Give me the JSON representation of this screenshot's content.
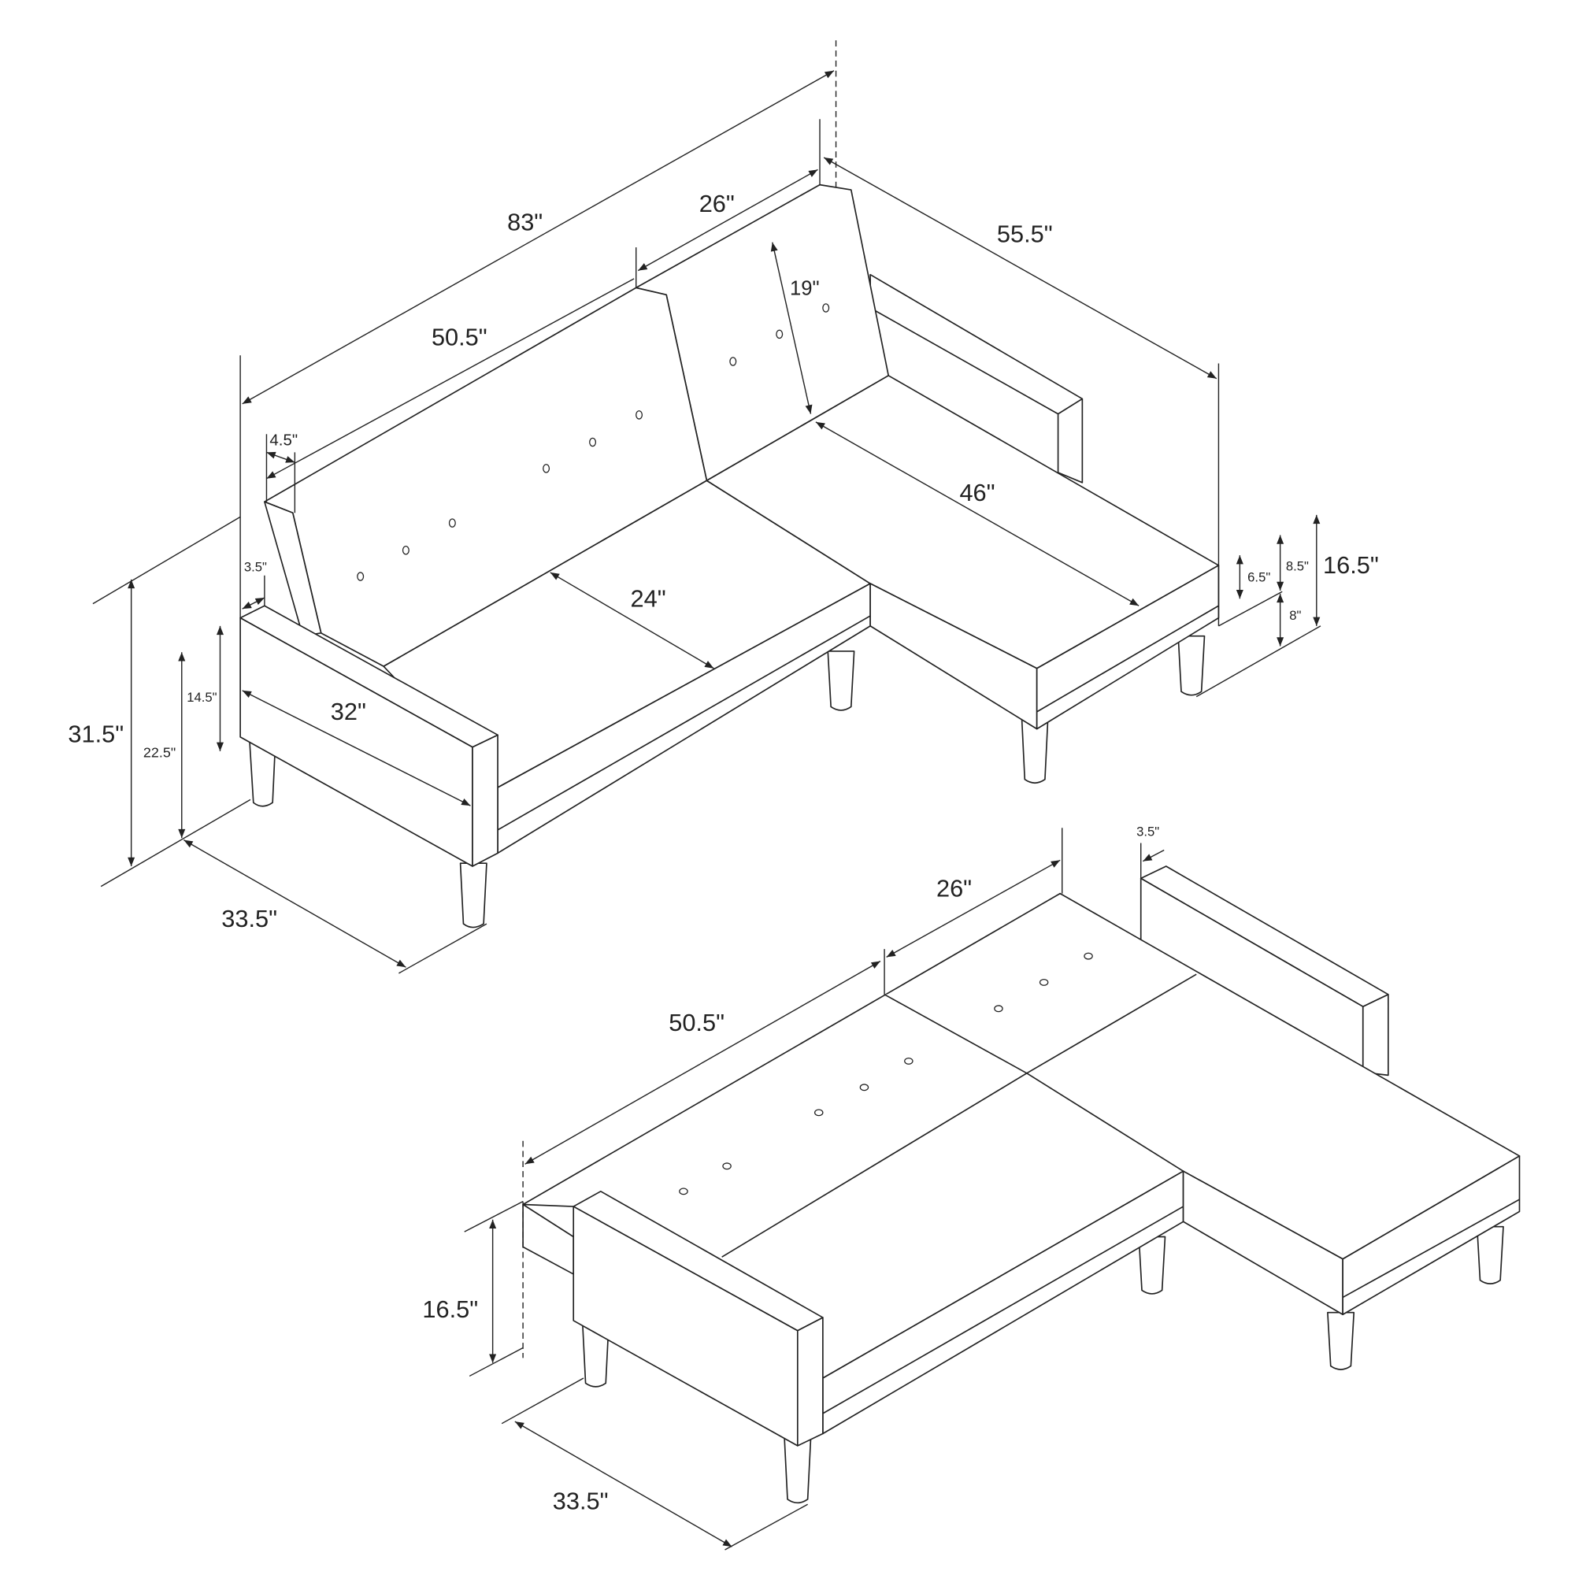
{
  "views": {
    "sofa": {
      "overall_length": "83\"",
      "chaise_width": "26\"",
      "chaise_length": "55.5\"",
      "sofa_length": "50.5\"",
      "back_height": "19\"",
      "back_thickness": "4.5\"",
      "chaise_seat_depth": "46\"",
      "arm_width": "3.5\"",
      "seat_depth": "24\"",
      "cushion_height": "6.5\"",
      "frame_height": "8.5\"",
      "seat_height_chaise": "16.5\"",
      "leg_height": "8\"",
      "overall_height": "31.5\"",
      "arm_height_top": "14.5\"",
      "arm_length": "32\"",
      "arm_height": "22.5\"",
      "overall_depth": "33.5\""
    },
    "bed": {
      "arm_width": "3.5\"",
      "chaise_width": "26\"",
      "sofa_length": "50.5\"",
      "height": "16.5\"",
      "depth": "33.5\""
    }
  }
}
